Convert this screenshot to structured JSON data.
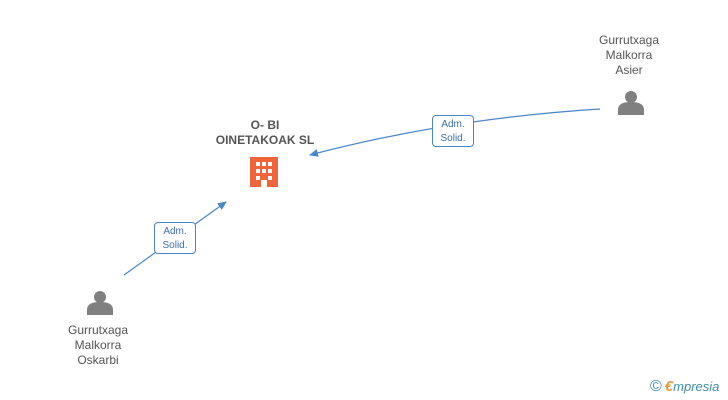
{
  "company": {
    "name_line1": "O- BI",
    "name_line2": "OINETAKOAK SL",
    "icon": "building-icon",
    "color": "#f0643a"
  },
  "persons": [
    {
      "line1": "Gurrutxaga",
      "line2": "Malkorra",
      "line3": "Asier",
      "icon": "person-icon"
    },
    {
      "line1": "Gurrutxaga",
      "line2": "Malkorra",
      "line3": "Oskarbi",
      "icon": "person-icon"
    }
  ],
  "relations": [
    {
      "line1": "Adm.",
      "line2": "Solid."
    },
    {
      "line1": "Adm.",
      "line2": "Solid."
    }
  ],
  "colors": {
    "edge": "#4a86c8",
    "person": "#808080",
    "text": "#555555"
  },
  "brand": {
    "copyright": "©",
    "e": "€",
    "rest": "mpresia"
  }
}
